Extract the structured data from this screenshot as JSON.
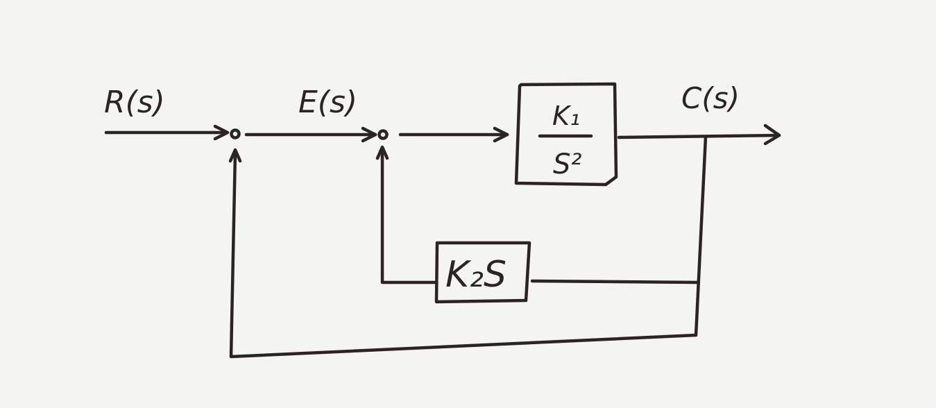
{
  "signals": {
    "input": "R(s)",
    "error": "E(s)",
    "output": "C(s)"
  },
  "blocks": {
    "forward_gain": "K₁",
    "forward_den": "S²",
    "feedback": "K₂S"
  },
  "colors": {
    "ink": "#2a2424",
    "paper": "#f4f4f2"
  }
}
